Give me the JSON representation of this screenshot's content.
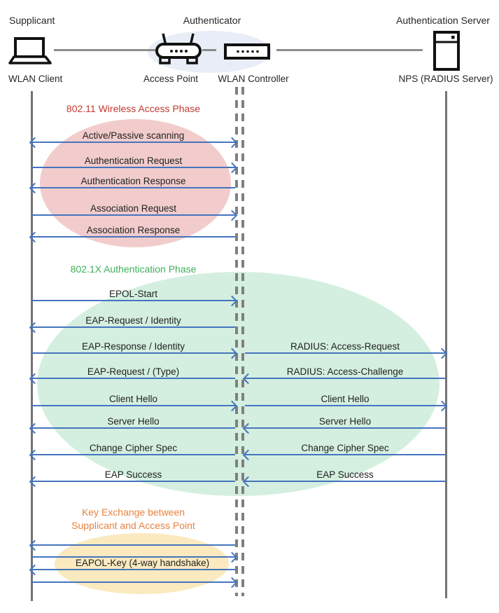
{
  "header": {
    "roles": [
      {
        "label": "Supplicant"
      },
      {
        "label": "Authenticator"
      },
      {
        "label": "Authentication Server"
      }
    ],
    "devices": [
      {
        "label": "WLAN Client",
        "icon": "laptop-icon"
      },
      {
        "label": "Access Point",
        "icon": "access-point-icon"
      },
      {
        "label": "WLAN Controller",
        "icon": "wlan-controller-icon"
      },
      {
        "label": "NPS (RADIUS Server)",
        "icon": "server-icon"
      }
    ]
  },
  "phases": [
    {
      "title": "802.11 Wireless Access Phase",
      "title_color": "#c03a32",
      "fill": "#f2cccc"
    },
    {
      "title": "802.1X Authentication Phase",
      "title_color": "#3fae5b",
      "fill": "#d4efdf"
    },
    {
      "title": "Key Exchange between\nSupplicant and Access Point",
      "title_color": "#e8823e",
      "fill": "#fbeac0"
    }
  ],
  "messages": [
    {
      "label": "Active/Passive scanning",
      "from": "WLAN Client",
      "to": "WLAN Controller",
      "direction": "bidirectional"
    },
    {
      "label": "Authentication Request",
      "from": "WLAN Client",
      "to": "WLAN Controller",
      "direction": "right"
    },
    {
      "label": "Authentication Response",
      "from": "WLAN Controller",
      "to": "WLAN Client",
      "direction": "left"
    },
    {
      "label": "Association Request",
      "from": "WLAN Client",
      "to": "WLAN Controller",
      "direction": "right"
    },
    {
      "label": "Association Response",
      "from": "WLAN Controller",
      "to": "WLAN Client",
      "direction": "left"
    },
    {
      "label": "EPOL-Start",
      "from": "WLAN Client",
      "to": "WLAN Controller",
      "direction": "right"
    },
    {
      "label": "EAP-Request / Identity",
      "from": "WLAN Controller",
      "to": "WLAN Client",
      "direction": "left"
    },
    {
      "label": "EAP-Response / Identity",
      "from": "WLAN Client",
      "to": "WLAN Controller",
      "direction": "right"
    },
    {
      "label": "RADIUS: Access-Request",
      "from": "WLAN Controller",
      "to": "NPS (RADIUS Server)",
      "direction": "right"
    },
    {
      "label": "EAP-Request / (Type)",
      "from": "WLAN Controller",
      "to": "WLAN Client",
      "direction": "left"
    },
    {
      "label": "RADIUS: Access-Challenge",
      "from": "NPS (RADIUS Server)",
      "to": "WLAN Controller",
      "direction": "left"
    },
    {
      "label": "Client Hello",
      "from": "WLAN Client",
      "to": "WLAN Controller",
      "direction": "right"
    },
    {
      "label": "Client Hello",
      "from": "WLAN Controller",
      "to": "NPS (RADIUS Server)",
      "direction": "right"
    },
    {
      "label": "Server Hello",
      "from": "WLAN Controller",
      "to": "WLAN Client",
      "direction": "left"
    },
    {
      "label": "Server Hello",
      "from": "NPS (RADIUS Server)",
      "to": "WLAN Controller",
      "direction": "left"
    },
    {
      "label": "Change Cipher Spec",
      "from": "WLAN Controller",
      "to": "WLAN Client",
      "direction": "left"
    },
    {
      "label": "Change Cipher Spec",
      "from": "NPS (RADIUS Server)",
      "to": "WLAN Controller",
      "direction": "left"
    },
    {
      "label": "EAP Success",
      "from": "WLAN Controller",
      "to": "WLAN Client",
      "direction": "left"
    },
    {
      "label": "EAP Success",
      "from": "NPS (RADIUS Server)",
      "to": "WLAN Controller",
      "direction": "left"
    },
    {
      "label": "",
      "from": "WLAN Controller",
      "to": "WLAN Client",
      "direction": "left"
    },
    {
      "label": "",
      "from": "WLAN Client",
      "to": "WLAN Controller",
      "direction": "right"
    },
    {
      "label": "EAPOL-Key (4-way handshake)",
      "from": "WLAN Controller",
      "to": "WLAN Client",
      "direction": "left"
    },
    {
      "label": "",
      "from": "WLAN Client",
      "to": "WLAN Controller",
      "direction": "right"
    }
  ],
  "colors": {
    "arrow": "#4574be",
    "lifeline": "#737373",
    "dashed_lifeline": "#7f7f7f",
    "connector": "#8c8c8c",
    "header_ellipse": "#e9edf7",
    "label_text": "#1f1f1f"
  }
}
